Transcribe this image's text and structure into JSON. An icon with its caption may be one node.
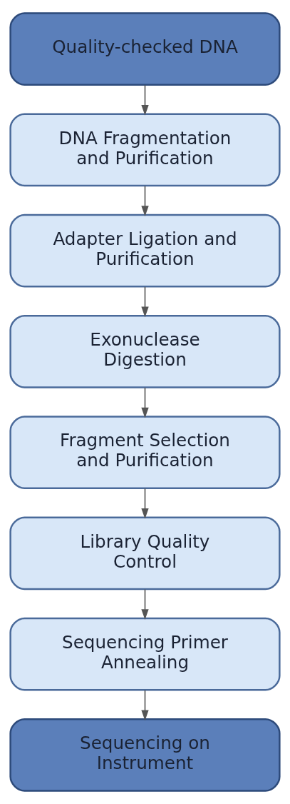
{
  "diagram": {
    "nodes": [
      {
        "text": [
          "Quality-checked DNA"
        ]
      },
      {
        "text": [
          "DNA Fragmentation and Purification"
        ]
      },
      {
        "text": [
          "Adapter Ligation and Purification"
        ]
      },
      {
        "text": [
          "Exonuclease Digestion"
        ]
      },
      {
        "text": [
          "Fragment Selection and Purification"
        ]
      },
      {
        "text": [
          "Library Quality Control"
        ]
      },
      {
        "text": [
          "Sequencing Primer Annealing"
        ]
      },
      {
        "text": [
          "Sequencing on Instrument"
        ]
      }
    ],
    "edges": [
      {
        "from": 0,
        "to": 1,
        "arrow": "to"
      },
      {
        "from": 1,
        "to": 2,
        "arrow": "to"
      },
      {
        "from": 2,
        "to": 3,
        "arrow": "to"
      },
      {
        "from": 3,
        "to": 4,
        "arrow": "to"
      },
      {
        "from": 4,
        "to": 5,
        "arrow": "to"
      },
      {
        "from": 5,
        "to": 6,
        "arrow": "to"
      },
      {
        "from": 6,
        "to": 7,
        "arrow": "to"
      }
    ]
  }
}
